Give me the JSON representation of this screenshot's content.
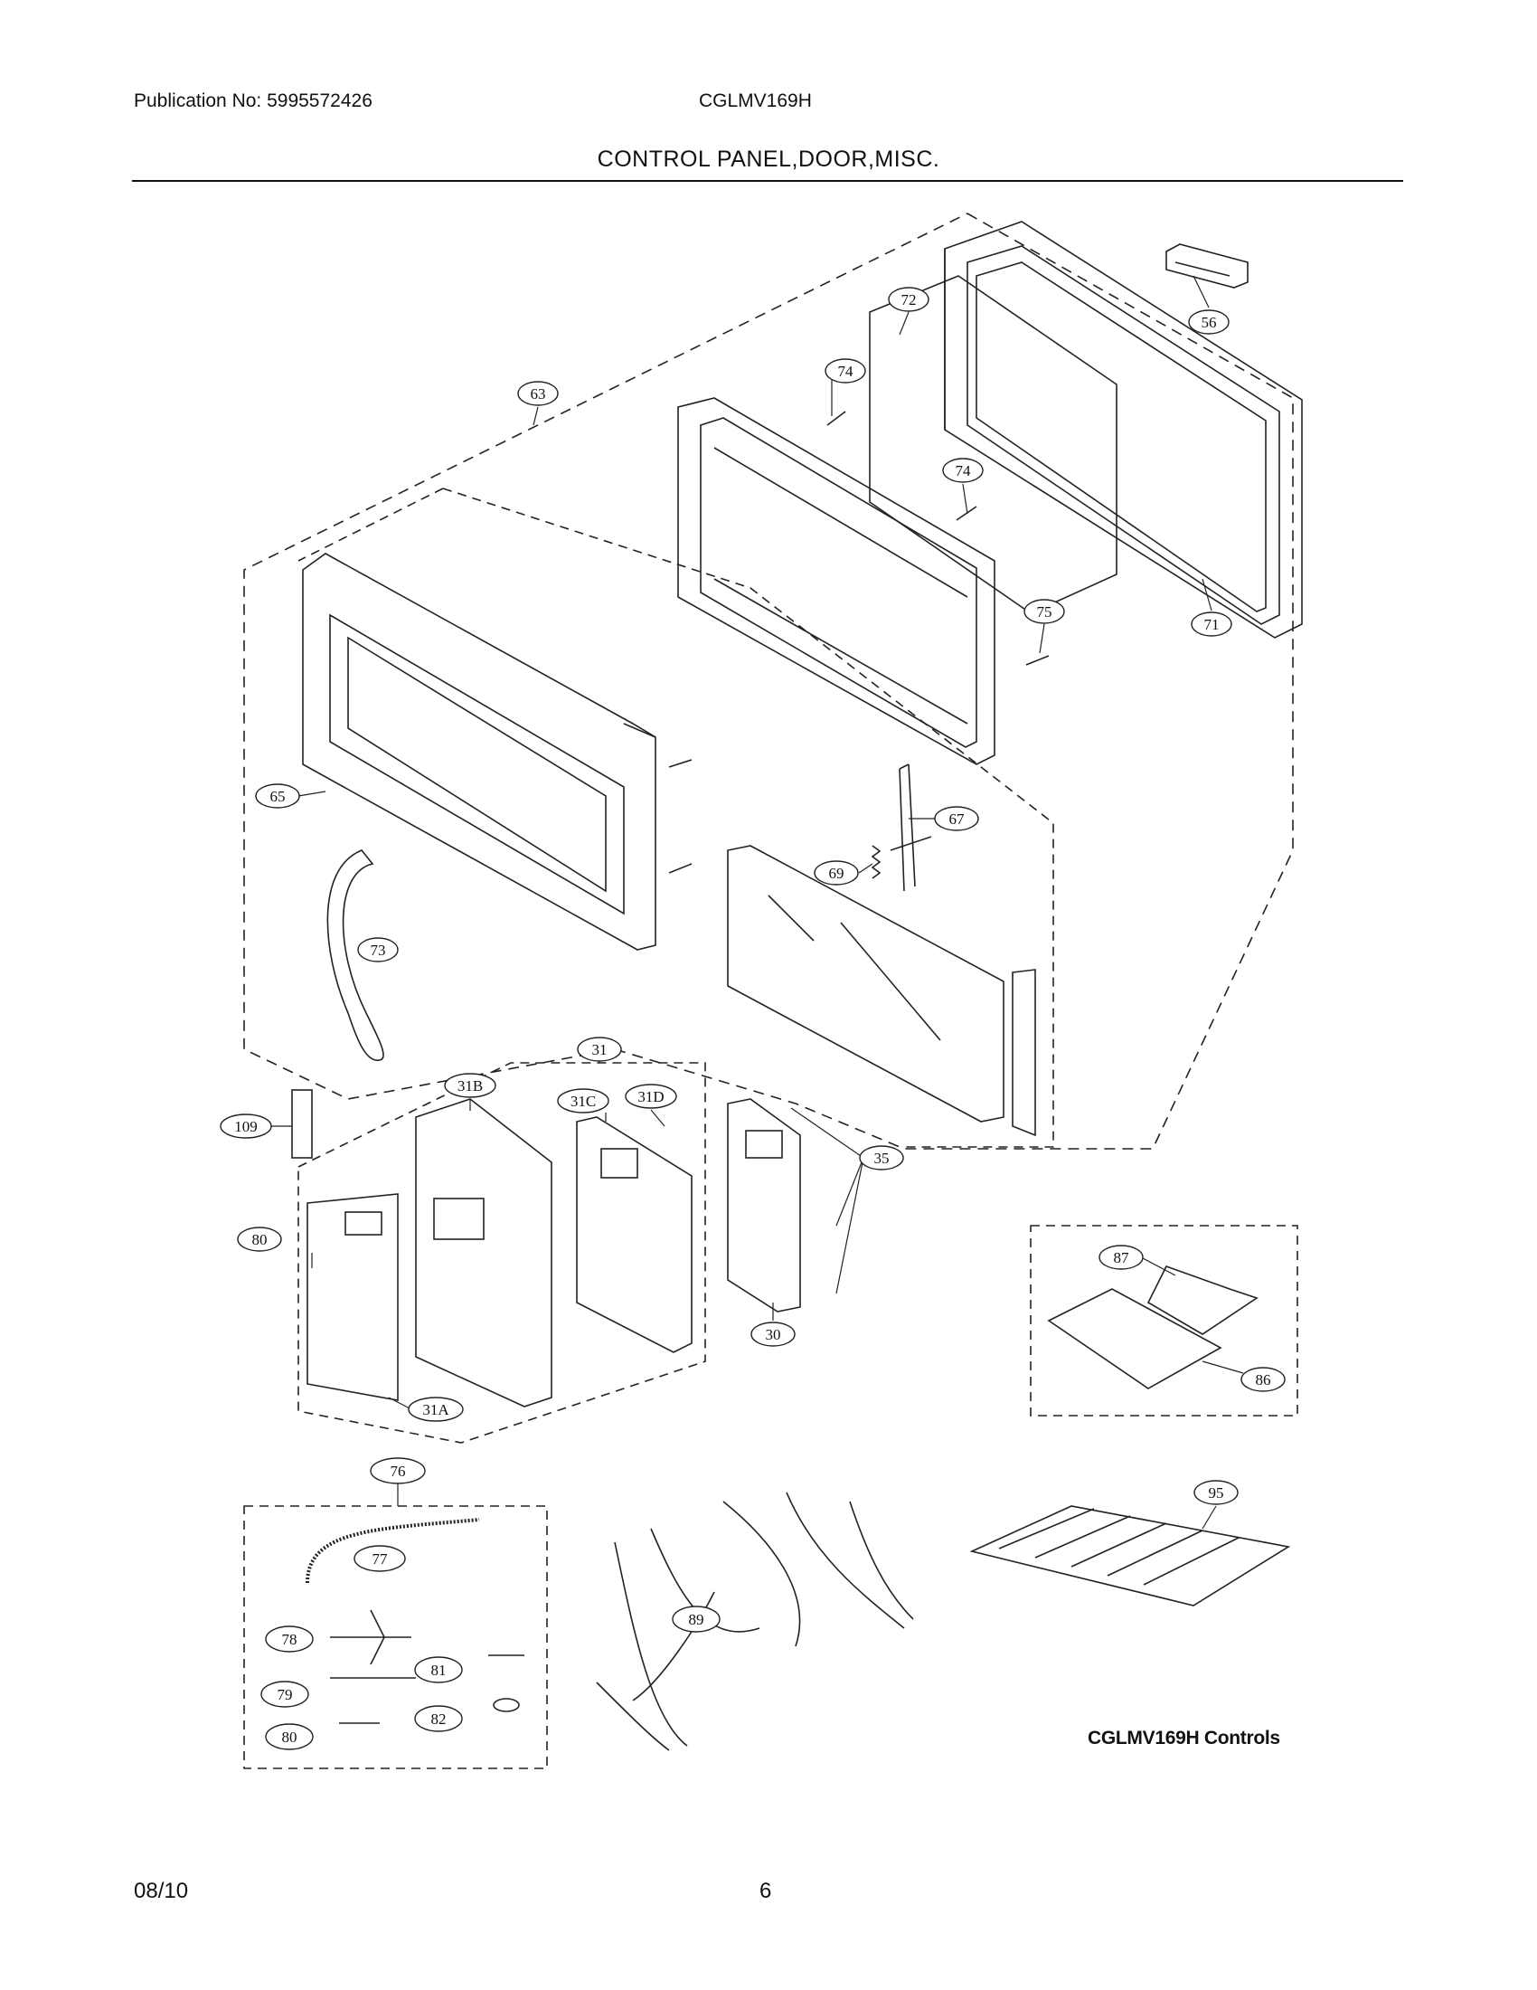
{
  "header": {
    "publication": "Publication No: 5995572426",
    "model": "CGLMV169H",
    "section_title": "CONTROL PANEL,DOOR,MISC."
  },
  "parts": [
    {
      "ref": "56"
    },
    {
      "ref": "72"
    },
    {
      "ref": "74"
    },
    {
      "ref": "74"
    },
    {
      "ref": "63"
    },
    {
      "ref": "71"
    },
    {
      "ref": "75"
    },
    {
      "ref": "65"
    },
    {
      "ref": "67"
    },
    {
      "ref": "69"
    },
    {
      "ref": "73"
    },
    {
      "ref": "31"
    },
    {
      "ref": "31B"
    },
    {
      "ref": "31C"
    },
    {
      "ref": "31D"
    },
    {
      "ref": "109"
    },
    {
      "ref": "35"
    },
    {
      "ref": "80"
    },
    {
      "ref": "87"
    },
    {
      "ref": "86"
    },
    {
      "ref": "30"
    },
    {
      "ref": "31A"
    },
    {
      "ref": "76"
    },
    {
      "ref": "95"
    },
    {
      "ref": "77"
    },
    {
      "ref": "78"
    },
    {
      "ref": "89"
    },
    {
      "ref": "81"
    },
    {
      "ref": "79"
    },
    {
      "ref": "82"
    },
    {
      "ref": "80"
    }
  ],
  "caption": "CGLMV169H Controls",
  "footer": {
    "date": "08/10",
    "page": "6"
  }
}
